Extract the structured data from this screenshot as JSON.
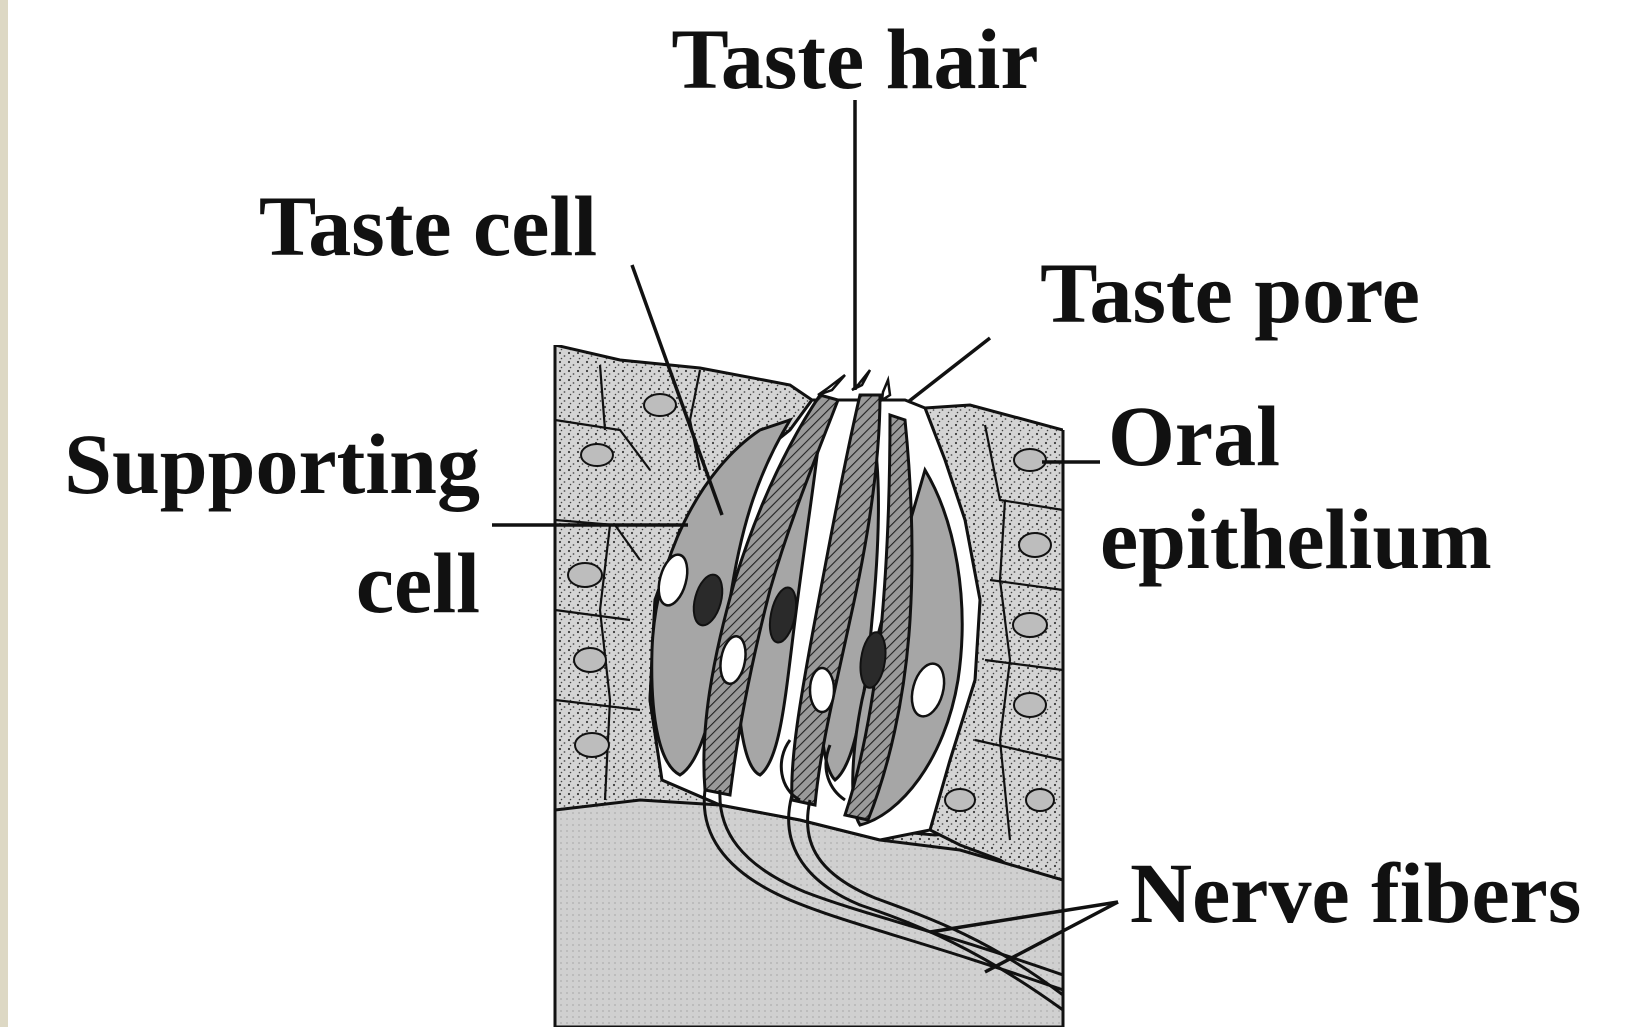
{
  "labels": {
    "taste_hair": "Taste hair",
    "taste_cell": "Taste cell",
    "taste_pore": "Taste pore",
    "supporting_cell_line1": "Supporting",
    "supporting_cell_line2": "cell",
    "oral_epithelium_line1": "Oral",
    "oral_epithelium_line2": "epithelium",
    "nerve_fibers": "Nerve fibers"
  },
  "colors": {
    "background": "#ffffff",
    "ink": "#111111",
    "epithelium_fill": "#d4d4d4",
    "supporting_cell_fill": "#a6a6a6",
    "taste_cell_fill": "#8f8f8f",
    "connective_tissue_fill": "#d0d0d0",
    "left_strip": "#ddd8c4"
  }
}
